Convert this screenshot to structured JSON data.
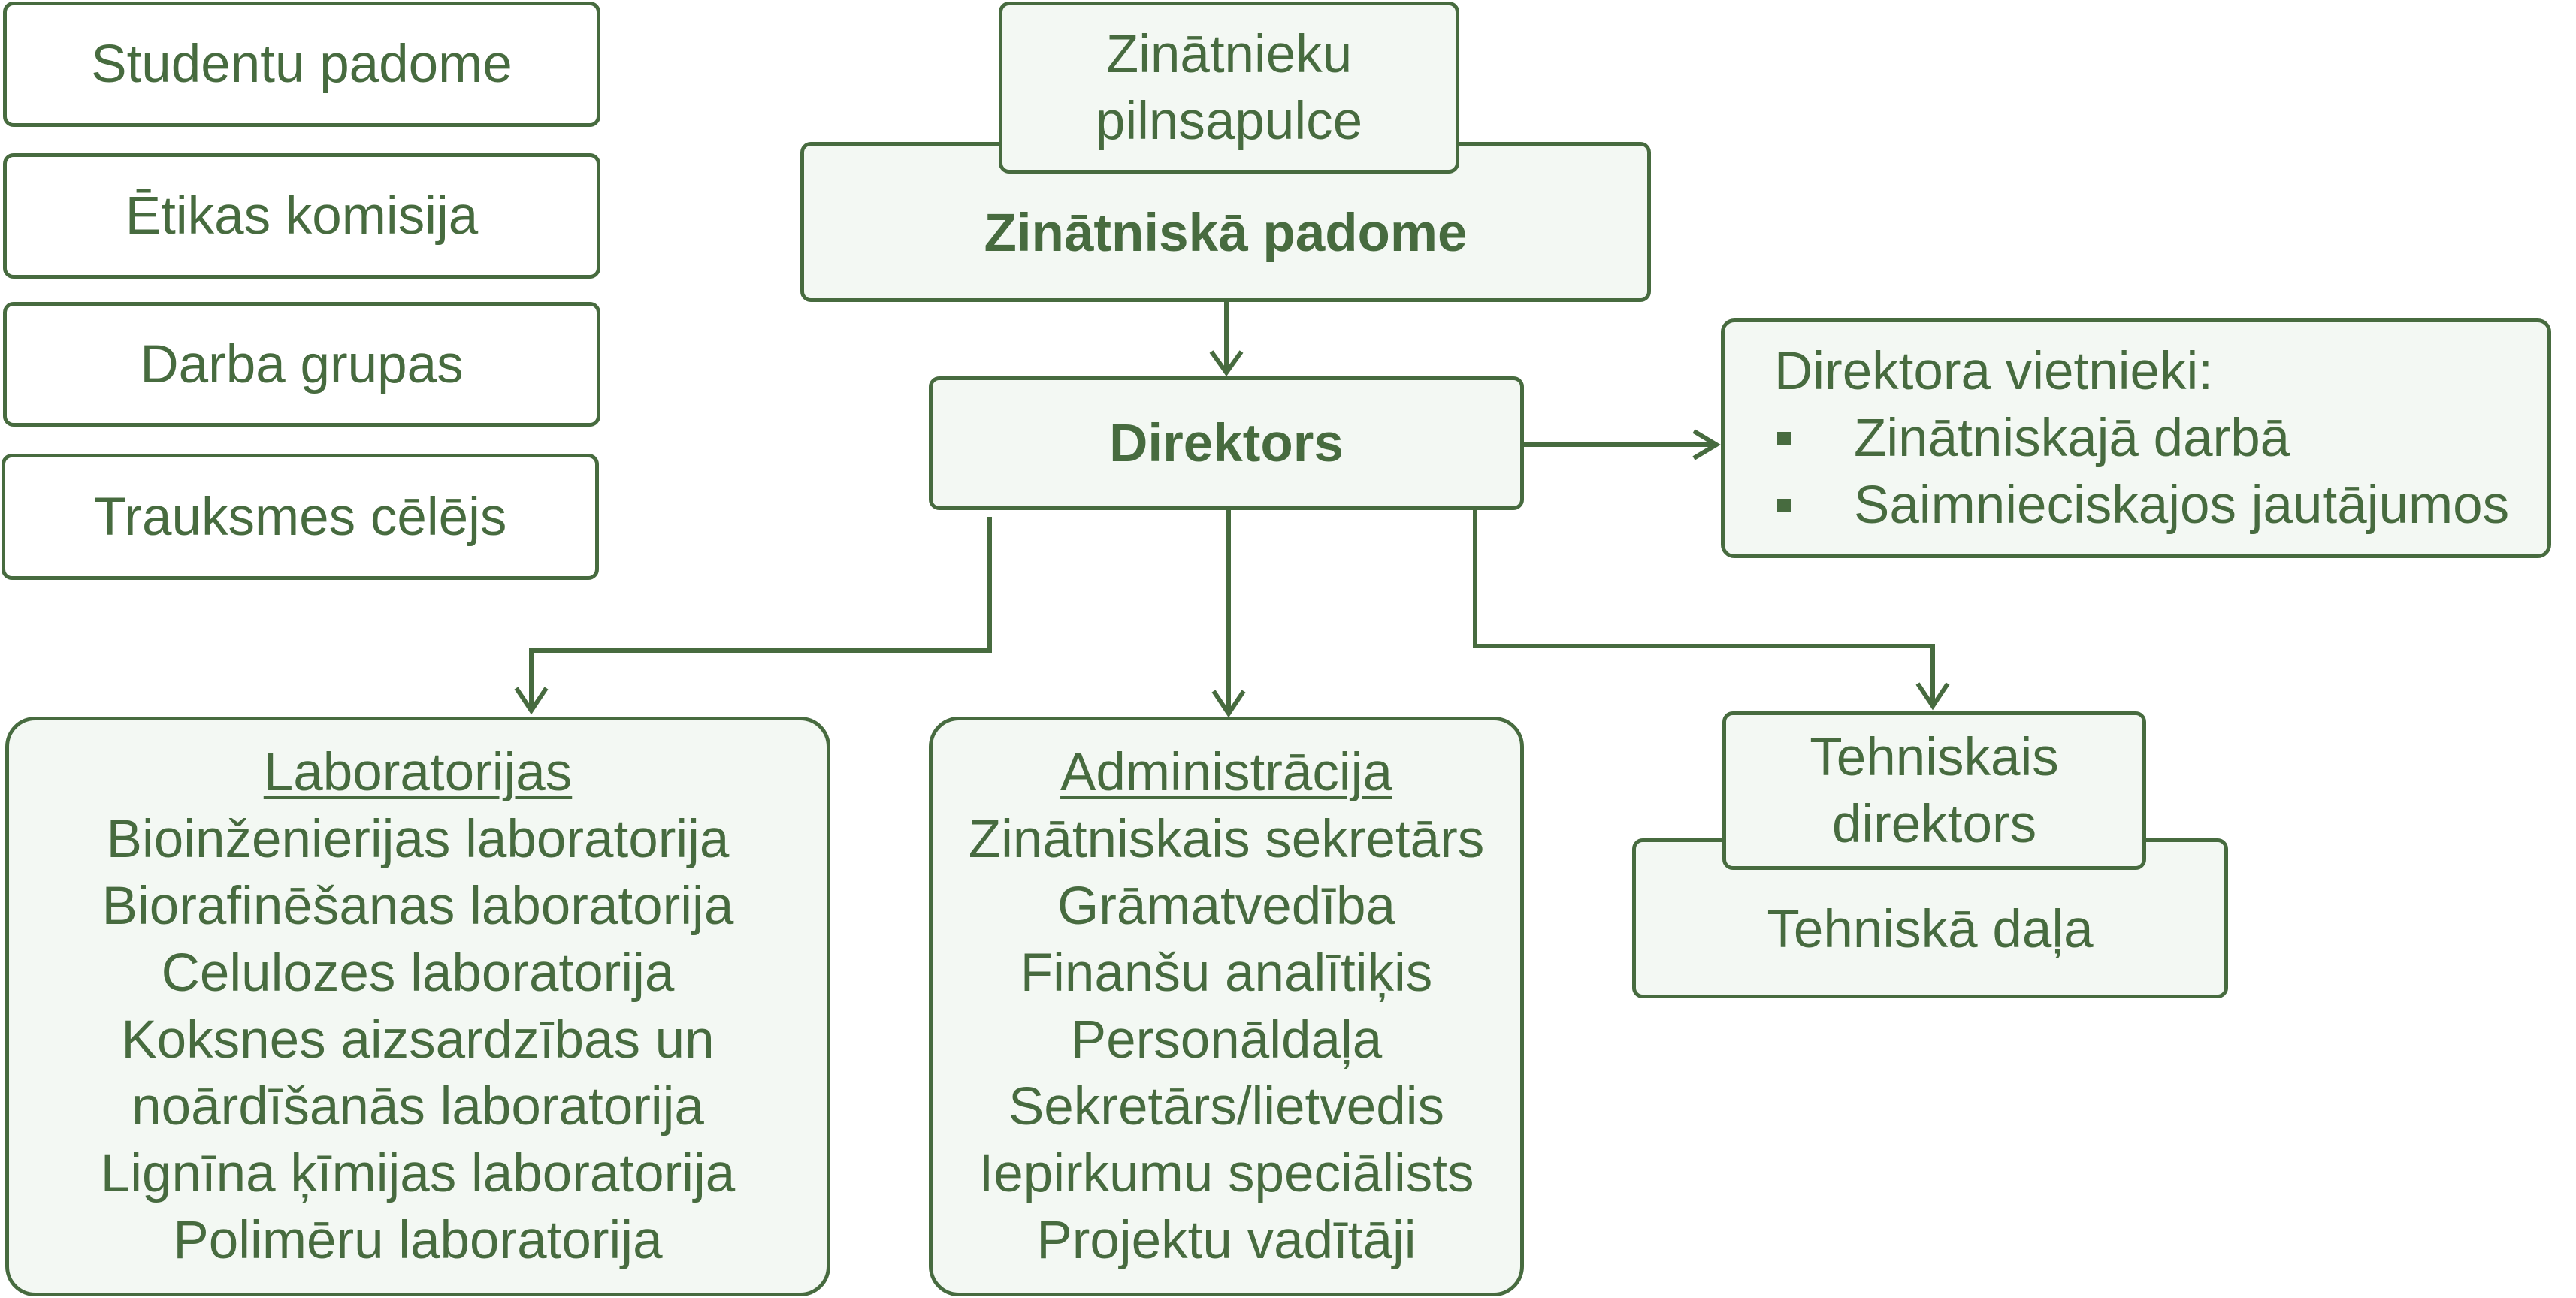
{
  "colors": {
    "stroke": "#476b3f",
    "fill": "#f3f8f3",
    "text": "#476b3f"
  },
  "side_bodies": [
    {
      "label": "Studentu padome"
    },
    {
      "label": "Ētikas komisija"
    },
    {
      "label": "Darba grupas"
    },
    {
      "label": "Trauksmes cēlējs"
    }
  ],
  "assembly": {
    "line1": "Zinātnieku",
    "line2": "pilnsapulce"
  },
  "council": {
    "label": "Zinātniskā padome"
  },
  "director": {
    "label": "Direktors"
  },
  "deputies": {
    "title": "Direktora vietnieki:",
    "items": [
      "Zinātniskajā darbā",
      "Saimnieciskajos jautājumos"
    ]
  },
  "laboratories": {
    "title": "Laboratorijas",
    "lines": [
      "Bioinženierijas laboratorija",
      "Biorafinēšanas laboratorija",
      "Celulozes laboratorija",
      "Koksnes aizsardzības un",
      "noārdīšanās laboratorija",
      "Lignīna ķīmijas laboratorija",
      "Polimēru laboratorija"
    ]
  },
  "administration": {
    "title": "Administrācija",
    "lines": [
      "Zinātniskais sekretārs",
      "Grāmatvedība",
      "Finanšu analītiķis",
      "Personāldaļa",
      "Sekretārs/lietvedis",
      "Iepirkumu speciālists",
      "Projektu vadītāji"
    ]
  },
  "technical_director": {
    "line1": "Tehniskais",
    "line2": "direktors"
  },
  "technical_department": {
    "label": "Tehniskā daļa"
  }
}
